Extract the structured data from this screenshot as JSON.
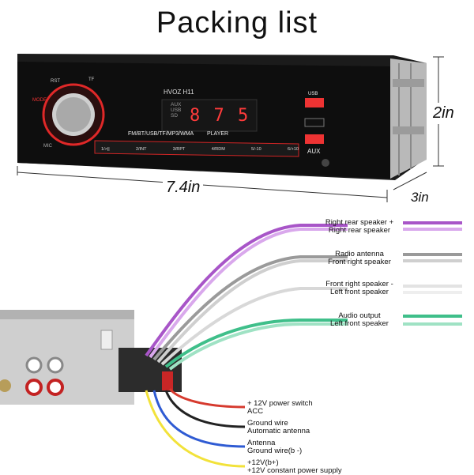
{
  "title": "Packing list",
  "dimensions": {
    "width": "7.4in",
    "height": "2in",
    "depth": "3in"
  },
  "radio": {
    "brand": "HVOZ",
    "model": "H11",
    "sources": [
      "AUX",
      "USB",
      "SD"
    ],
    "display": "8 7 5",
    "formats": "FM/BT/USB/TF/MP3/WMA",
    "player": "PLAYER",
    "rst": "RST",
    "mode": "MODE",
    "mic": "MIC",
    "usb_label": "USB",
    "aux_label": "AUX",
    "tf_label": "TF",
    "presets": [
      "1/>||",
      "2/INT",
      "3/RPT",
      "4/RDM",
      "5/-10",
      "6/+10"
    ]
  },
  "wires": [
    {
      "label1": "Right rear speaker +",
      "label2": "Right rear speaker",
      "color": "#a855c8",
      "color2": "#d9a8ec"
    },
    {
      "label1": "Radio antenna",
      "label2": "Front right speaker",
      "color": "#9a9a9a",
      "color2": "#cfcfcf"
    },
    {
      "label1": "Front right speaker -",
      "label2": "Left front speaker",
      "color": "#d8d8d8",
      "color2": "#eeeeee"
    },
    {
      "label1": "Audio output",
      "label2": "Left front speaker",
      "color": "#3fbf8a",
      "color2": "#9fe2c4"
    }
  ],
  "bottom_wires": [
    {
      "label1": "+ 12V power switch",
      "label2": "ACC",
      "color": "#d63a2e"
    },
    {
      "label1": "Ground wire",
      "label2": "Automatic antenna",
      "color": "#222222"
    },
    {
      "label1": "Antenna",
      "label2": "Ground wire(b -)",
      "color": "#2f5bd3"
    },
    {
      "label1": "+12V(b+)",
      "label2": "+12V constant power supply",
      "color": "#f2e23a"
    }
  ]
}
